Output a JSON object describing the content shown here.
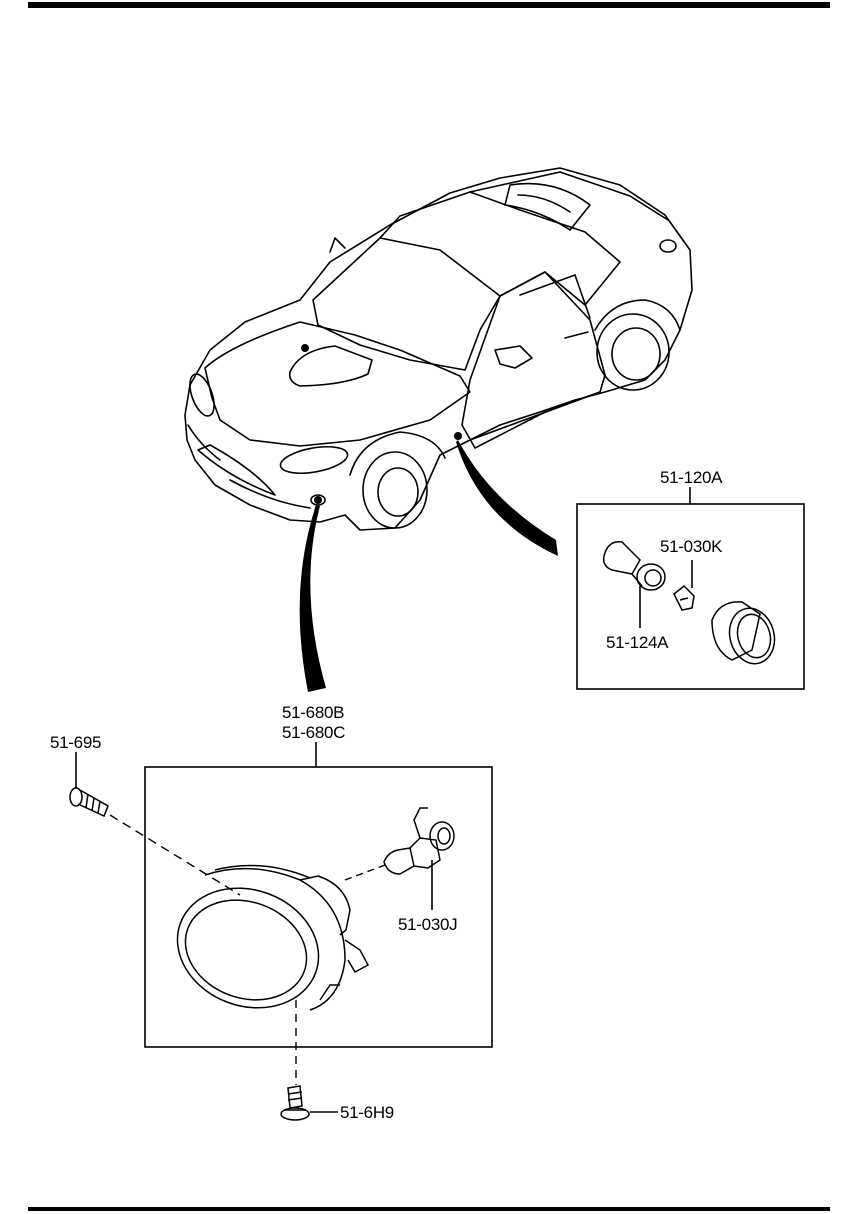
{
  "diagram": {
    "labels": {
      "side_marker_assembly": "51-120A",
      "side_marker_bulb": "51-030K",
      "side_marker_socket": "51-124A",
      "fog_lamp_lh": "51-680B",
      "fog_lamp_rh": "51-680C",
      "bolt": "51-695",
      "fog_lamp_bulb": "51-030J",
      "screw": "51-6H9"
    }
  }
}
